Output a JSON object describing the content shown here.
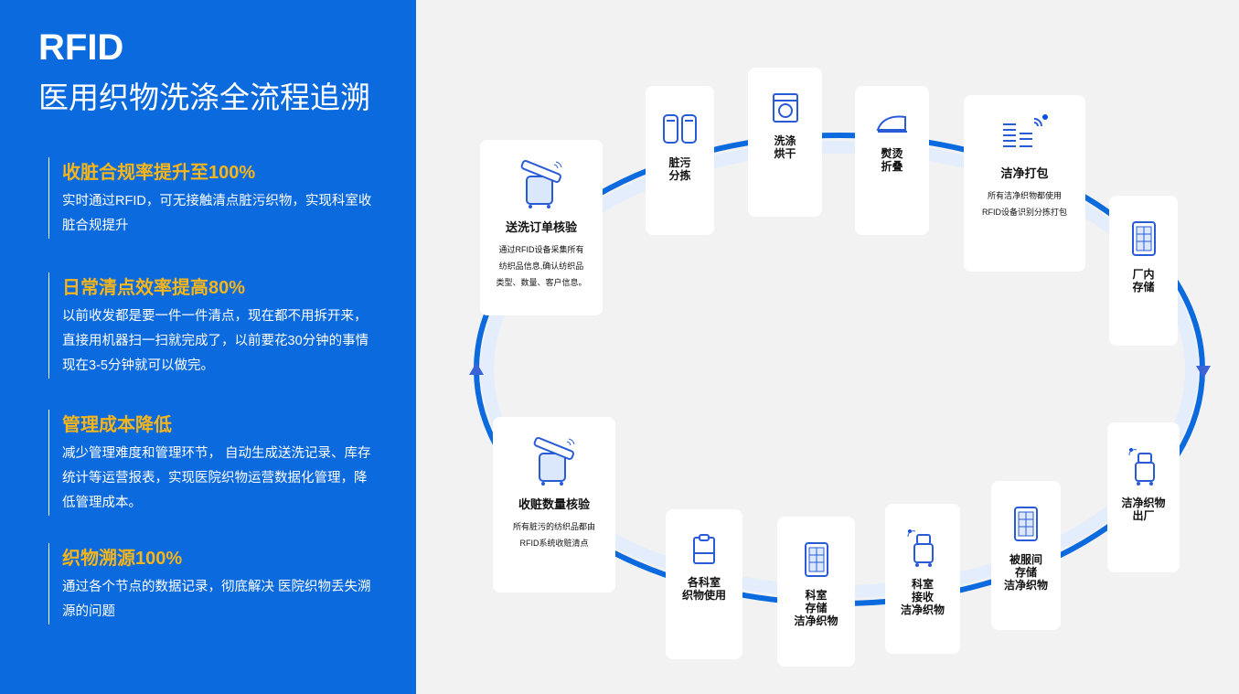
{
  "title": "RFID",
  "subtitle": "医用织物洗涤全流程追溯",
  "features": [
    {
      "heading": "收脏合规率提升至100%",
      "text": "实时通过RFID，可无接触清点脏污织物，实现科室收脏合规提升"
    },
    {
      "heading": "日常清点效率提高80%",
      "text": "以前收发都是要一件一件清点，现在都不用拆开来，直接用机器扫一扫就完成了，以前要花30分钟的事情现在3-5分钟就可以做完。"
    },
    {
      "heading": "管理成本降低",
      "text": "减少管理难度和管理环节， 自动生成送洗记录、库存统计等运营报表，实现医院织物运营数据化管理，降低管理成本。"
    },
    {
      "heading": "织物溯源100%",
      "text": "通过各个节点的数据记录，彻底解决 医院织物丢失溯源的问题"
    }
  ],
  "steps": [
    {
      "label": "送洗订单核验",
      "desc": "通过RFID设备采集所有\n纺织品信息,确认纺织品\n类型、数量、客户信息。",
      "icon": "rfid-scan-cart-icon"
    },
    {
      "label": "脏污\n分拣",
      "icon": "laundry-bags-icon"
    },
    {
      "label": "洗涤\n烘干",
      "icon": "washing-machine-icon"
    },
    {
      "label": "熨烫\n折叠",
      "icon": "iron-icon"
    },
    {
      "label": "洁净打包",
      "desc": "所有洁净织物都使用\nRFID设备识别分拣打包",
      "icon": "folded-linen-icon"
    },
    {
      "label": "厂内\n存储",
      "icon": "storage-cabinet-icon"
    },
    {
      "label": "洁净织物\n出厂",
      "icon": "cart-icon"
    },
    {
      "label": "被服间\n存储\n洁净织物",
      "icon": "storage-cabinet-icon"
    },
    {
      "label": "科室\n接收\n洁净织物",
      "icon": "cart-icon"
    },
    {
      "label": "科室\n存储\n洁净织物",
      "icon": "storage-cabinet-icon"
    },
    {
      "label": "各科室\n织物使用",
      "icon": "clipboard-icon"
    },
    {
      "label": "收赃数量核验",
      "desc": "所有脏污的纺织品都由\nRFID系统收赃清点",
      "icon": "rfid-scan-cart-icon"
    }
  ],
  "colors": {
    "primary": "#0b6ade",
    "accent": "#f5b51b"
  }
}
